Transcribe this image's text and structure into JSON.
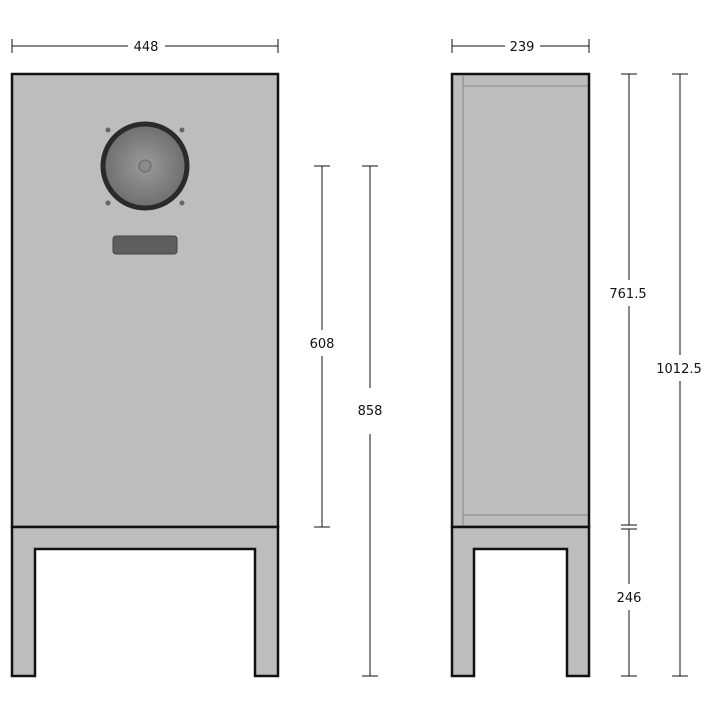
{
  "dimensions": {
    "front_width": "448",
    "side_depth": "239",
    "cabinet_height": "608",
    "front_total_height": "858",
    "side_cabinet_height": "761.5",
    "stand_height": "246",
    "total_height": "1012.5"
  },
  "colors": {
    "body": "#bdbdbd",
    "outline": "#111111",
    "port": "#5e5e5e",
    "driver_rim": "#2a2a2a"
  }
}
